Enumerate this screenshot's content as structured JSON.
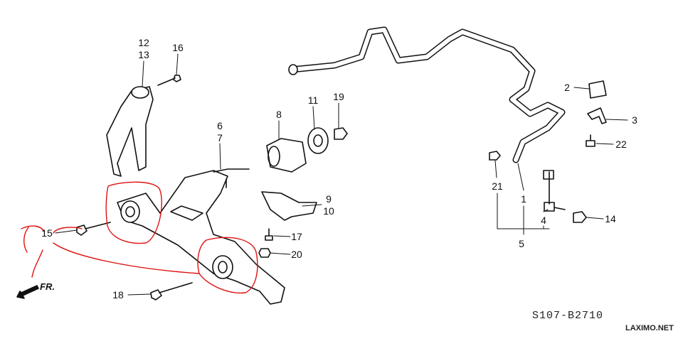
{
  "diagram": {
    "part_labels": {
      "p12": "12",
      "p13": "13",
      "p16": "16",
      "p6": "6",
      "p7": "7",
      "p8": "8",
      "p11": "11",
      "p19": "19",
      "p9": "9",
      "p10": "10",
      "p17": "17",
      "p20": "20",
      "p2": "2",
      "p3": "3",
      "p22": "22",
      "p21": "21",
      "p1": "1",
      "p4": "4",
      "p5": "5",
      "p14": "14",
      "p15": "15",
      "p18": "18"
    },
    "direction_label": "FR.",
    "diagram_code": "S107-B2710",
    "watermark": "LAXIMO.NET",
    "highlight_color": "#e01010"
  }
}
